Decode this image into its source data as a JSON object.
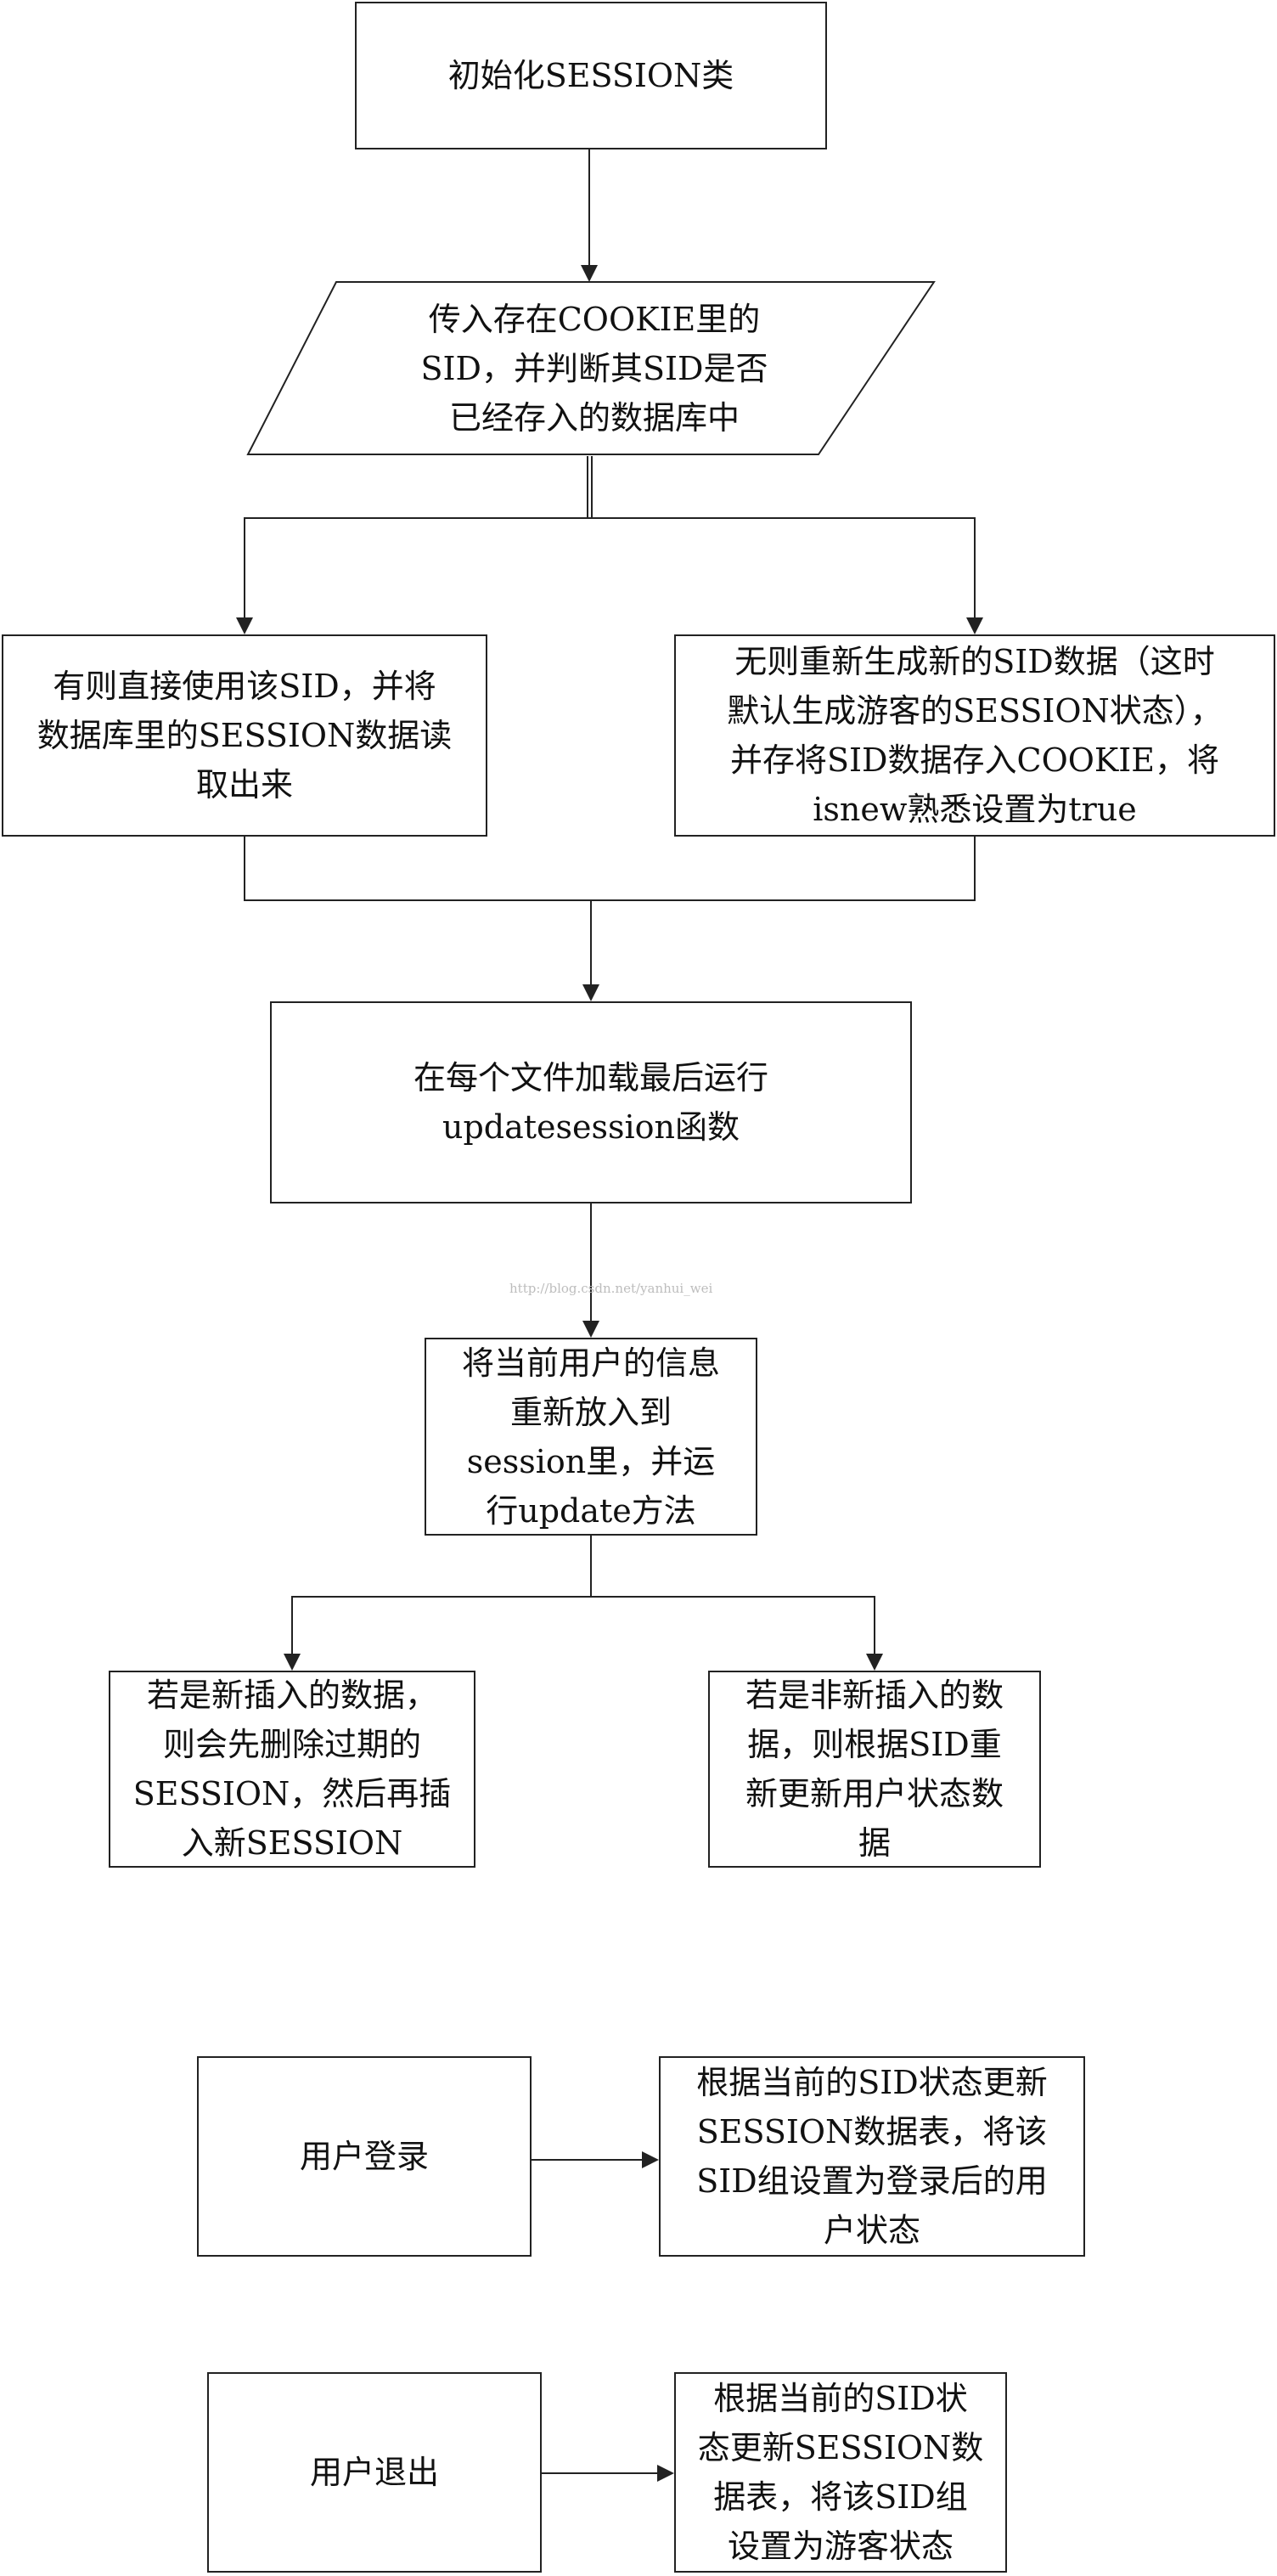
{
  "nodes": [
    {
      "id": "n1",
      "text": "初始化SESSION类"
    },
    {
      "id": "n2",
      "text": "传入存在COOKIE里的\nSID，并判断其SID是否\n已经存入的数据库中"
    },
    {
      "id": "n3",
      "text": "有则直接使用该SID，并将\n数据库里的SESSION数据读\n取出来"
    },
    {
      "id": "n4",
      "text": "无则重新生成新的SID数据（这时\n默认生成游客的SESSION状态），\n并存将SID数据存入COOKIE，将\nisnew熟悉设置为true"
    },
    {
      "id": "n5",
      "text": "在每个文件加载最后运行\nupdatesession函数"
    },
    {
      "id": "n6",
      "text": "将当前用户的信息\n重新放入到\nsession里，并运\n行update方法"
    },
    {
      "id": "n7",
      "text": "若是新插入的数据，\n则会先删除过期的\nSESSION，然后再插\n入新SESSION"
    },
    {
      "id": "n8",
      "text": "若是非新插入的数\n据，则根据SID重\n新更新用户状态数\n据"
    },
    {
      "id": "n9",
      "text": "用户登录"
    },
    {
      "id": "n10",
      "text": "根据当前的SID状态更新\nSESSION数据表，将该\nSID组设置为登录后的用\n户状态"
    },
    {
      "id": "n11",
      "text": "用户退出"
    },
    {
      "id": "n12",
      "text": "根据当前的SID状\n态更新SESSION数\n据表，将该SID组\n设置为游客状态"
    }
  ],
  "edges": [
    {
      "from": "n1",
      "to": "n2"
    },
    {
      "from": "n2",
      "to": "n3"
    },
    {
      "from": "n2",
      "to": "n4"
    },
    {
      "from": "n3",
      "to": "n5"
    },
    {
      "from": "n4",
      "to": "n5"
    },
    {
      "from": "n5",
      "to": "n6"
    },
    {
      "from": "n6",
      "to": "n7"
    },
    {
      "from": "n6",
      "to": "n8"
    },
    {
      "from": "n9",
      "to": "n10"
    },
    {
      "from": "n11",
      "to": "n12"
    }
  ],
  "watermark": "http://blog.csdn.net/yanhui_wei",
  "colors": {
    "stroke": "#222222",
    "text": "#111111",
    "watermark": "#bdbdbd"
  }
}
